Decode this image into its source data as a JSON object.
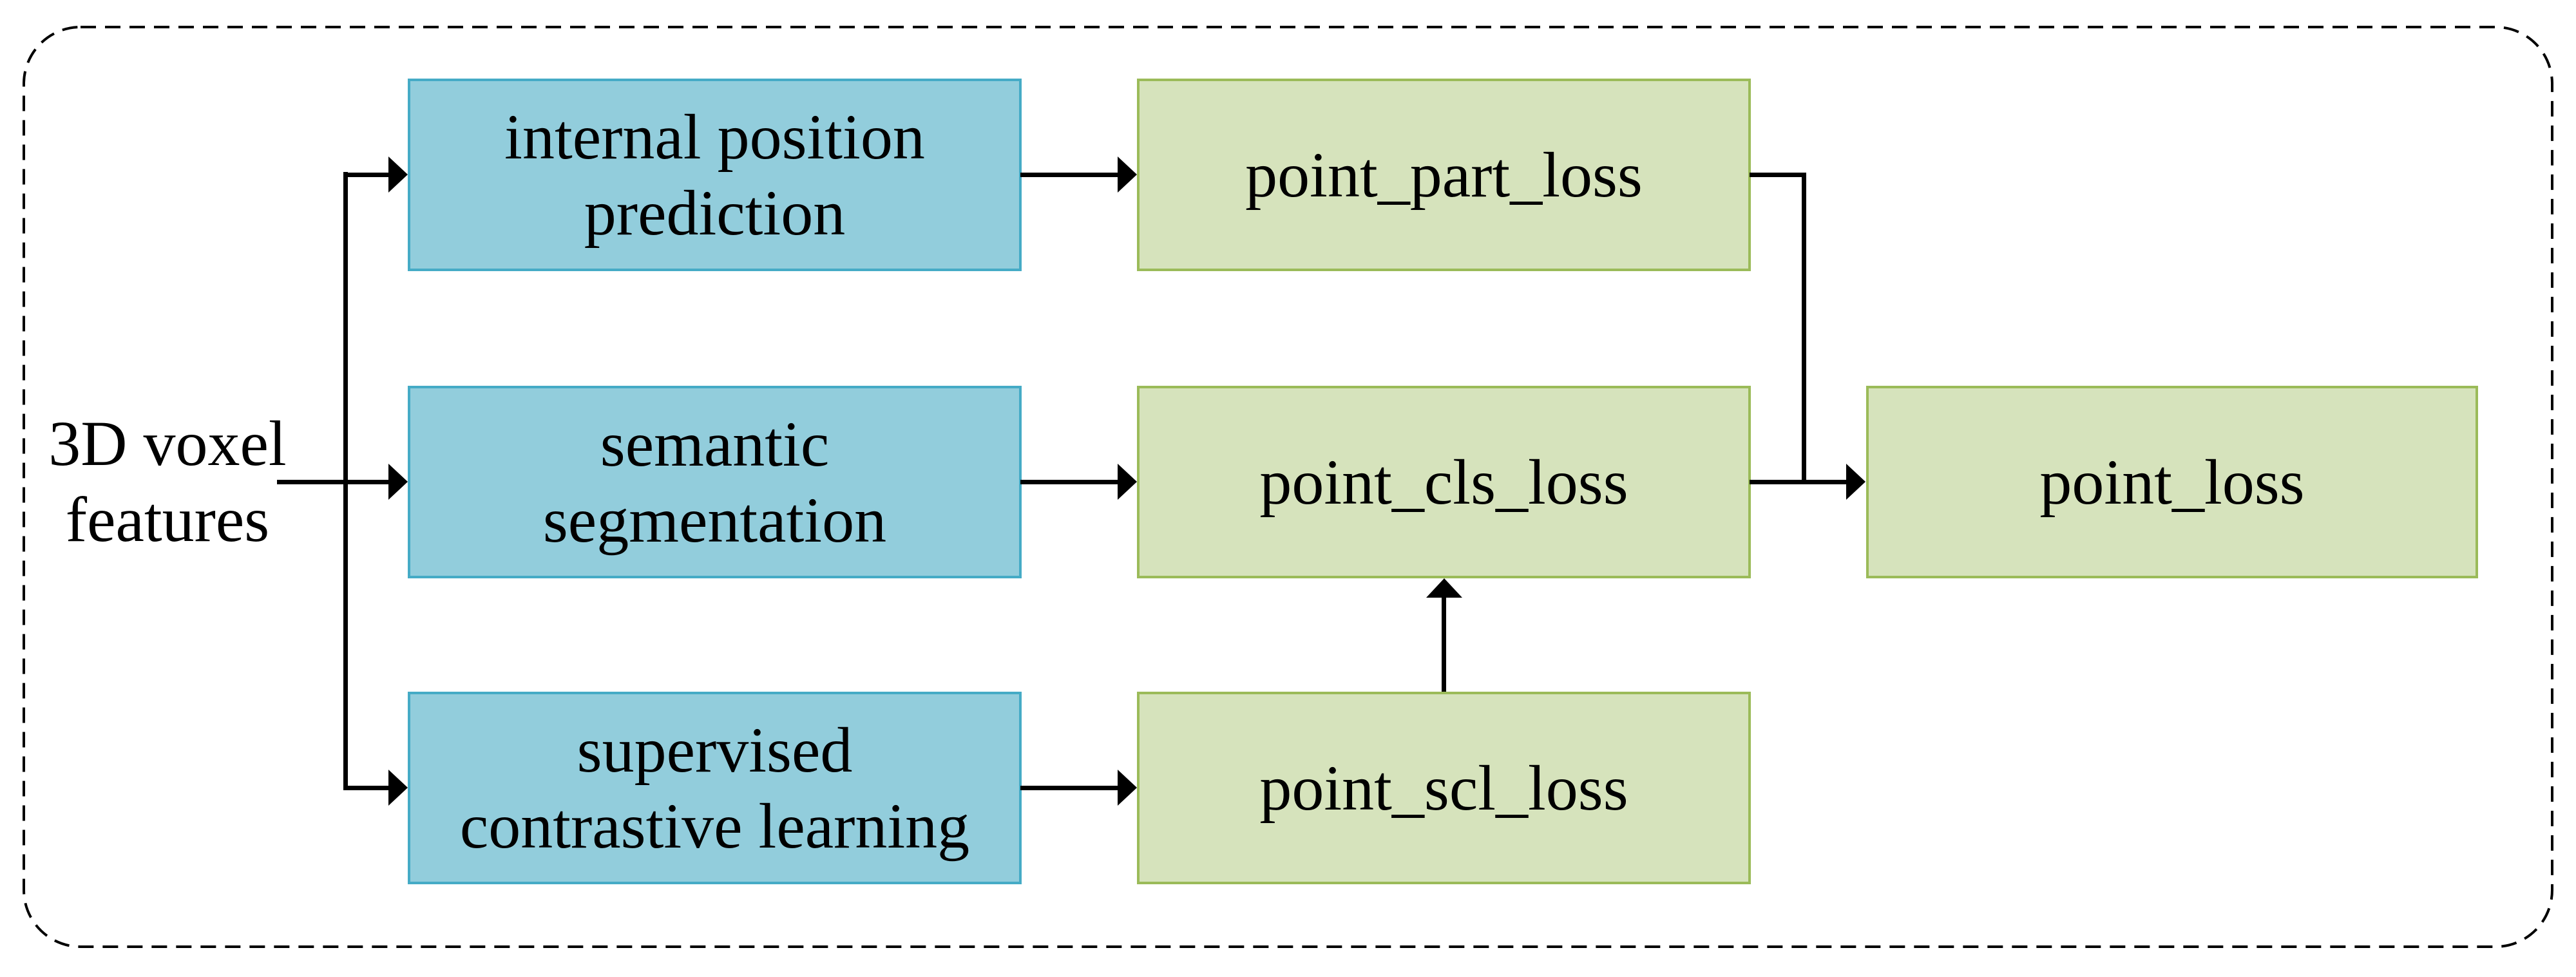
{
  "figure": {
    "description": "loss computation flow diagram",
    "input_label": {
      "line1": "3D voxel",
      "line2": "features"
    },
    "task_boxes": [
      {
        "line1": "internal position",
        "line2": "prediction"
      },
      {
        "line1": "semantic",
        "line2": "segmentation"
      },
      {
        "line1": "supervised",
        "line2": "contrastive learning"
      }
    ],
    "loss_boxes": [
      {
        "label": "point_part_loss"
      },
      {
        "label": "point_cls_loss"
      },
      {
        "label": "point_scl_loss"
      }
    ],
    "output_box": {
      "label": "point_loss"
    },
    "colors": {
      "task_fill": "#92CDDC",
      "task_border": "#45ABC6",
      "loss_fill": "#D6E3BC",
      "loss_border": "#9BBB59",
      "line": "#000000",
      "text": "#000000",
      "frame": "#000000"
    }
  }
}
